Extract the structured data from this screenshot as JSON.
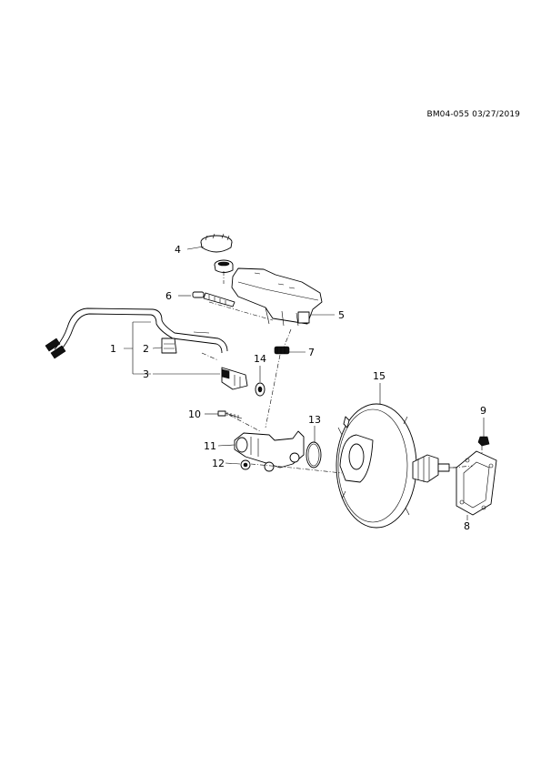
{
  "header": {
    "doc_id": "BM04-055 03/27/2019"
  },
  "callouts": {
    "c1": "1",
    "c2": "2",
    "c3": "3",
    "c4": "4",
    "c5": "5",
    "c6": "6",
    "c7": "7",
    "c8": "8",
    "c9": "9",
    "c10": "10",
    "c11": "11",
    "c12": "12",
    "c13": "13",
    "c14": "14",
    "c15": "15"
  }
}
